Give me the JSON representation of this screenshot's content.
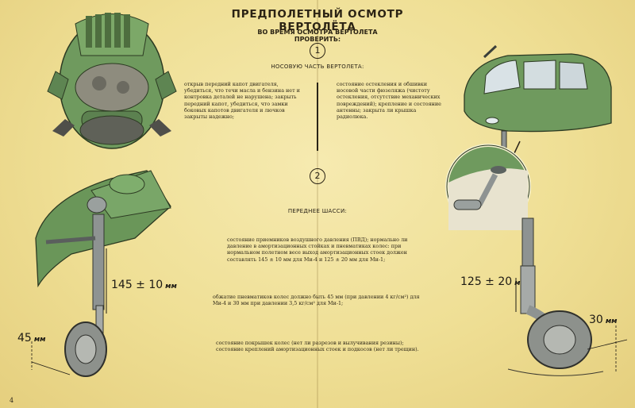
{
  "header": {
    "title": "ПРЕДПОЛЕТНЫЙ ОСМОТР ВЕРТОЛЁТА",
    "subtitle_line1": "ВО ВРЕМЯ ОСМОТРА ВЕРТОЛЕТА",
    "subtitle_line2": "ПРОВЕРИТЬ:"
  },
  "section1": {
    "number": "1",
    "heading": "НОСОВУЮ ЧАСТЬ ВЕРТОЛЕТА:",
    "left_text": "открыв передний капот двигателя, убедиться, что течи масла и бензина нет и контровка деталей не нарушена; закрыть передний капот, убедиться, что замки боковых капотов двигателя и лючков закрыты надежно;",
    "right_text": "состояние остекления и обшивки носовой части фюзеляжа (чистоту остекления, отсутствие механических повреждений); крепление и состояние антенны; закрыта ли крышка радиолюка."
  },
  "section2": {
    "number": "2",
    "heading": "ПЕРЕДНЕЕ ШАССИ:",
    "para1": "состояние приемников воздушного давления (ПВД); нормально ли давление в амортизационных стойках и пневматиках колес: при нормальном полетном весе выход амортизационных стоек должен составлять 145 ± 10 мм для Ми-4 и 125 ± 20 мм для Ми-1;",
    "para2": "обжатие пневматиков колес должно быть 45 мм (при давлении 4 кг/см²) для Ми-4 и 30 мм при давлении 3,5 кг/см² для Ми-1;",
    "para3": "состояние покрышек колес (нет ли разрезов и вылучивания резины); состояние креплений амортизационных стоек и подкосов (нет ли трещин)."
  },
  "dimensions": {
    "mi4_strut": "145 ± 10",
    "mi4_tire": "45",
    "mi1_strut": "125 ± 20",
    "mi1_tire": "30",
    "unit": "мм"
  },
  "page_number": "4",
  "colors": {
    "paper": "#efdf95",
    "helicopter_green": "#6f9a5e",
    "strut_gray": "#8e9392",
    "tire_gray": "#8d918c",
    "ink": "#2a2418"
  },
  "illustrations": [
    "mi4-front-view",
    "mi4-nose-gear",
    "mi1-helicopter-nose",
    "mi1-pvd-detail",
    "mi1-nose-gear"
  ]
}
